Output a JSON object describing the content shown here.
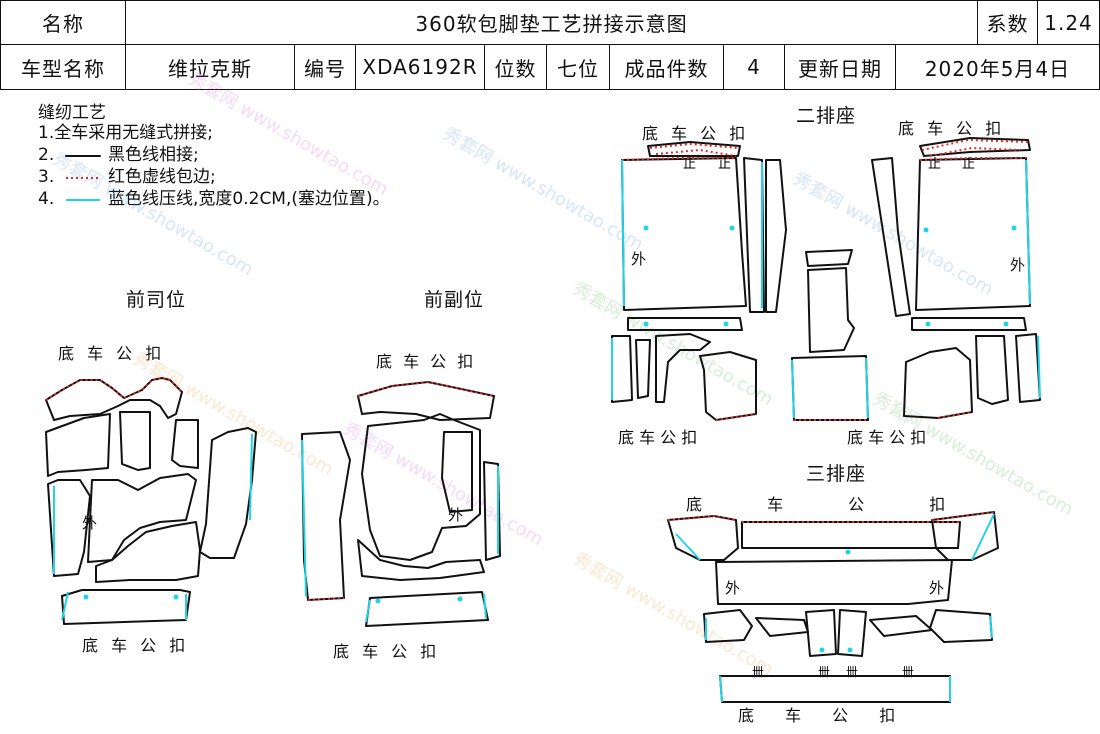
{
  "header": {
    "name_label": "名称",
    "title": "360软包脚垫工艺拼接示意图",
    "coef_label": "系数",
    "coef_value": "1.24",
    "model_label": "车型名称",
    "model_value": "维拉克斯",
    "code_label": "编号",
    "code_value": "XDA6192R",
    "seats_label": "位数",
    "seats_value": "七位",
    "pieces_label": "成品件数",
    "pieces_value": "4",
    "date_label": "更新日期",
    "date_value": "2020年5月4日"
  },
  "notes": {
    "title": "缝纫工艺",
    "line1": "1.全车采用无缝式拼接;",
    "line2_prefix": "2.",
    "line2_text": "黑色线相接;",
    "line3_prefix": "3.",
    "line3_text": "红色虚线包边;",
    "line4_prefix": "4.",
    "line4_text": "蓝色线压线,宽度0.2CM,(塞边位置)。"
  },
  "sections": {
    "driver": "前司位",
    "passenger": "前副位",
    "row2": "二排座",
    "row3": "三排座"
  },
  "labels": {
    "clip": "底 车 公 扣",
    "clip_spaced": "底    车    公    扣",
    "outer": "外"
  },
  "colors": {
    "black_line": "#111111",
    "red_dashed": "#e02a2a",
    "blue_line": "#22d3e6"
  },
  "watermark": "秀套网 www.showtao.com"
}
